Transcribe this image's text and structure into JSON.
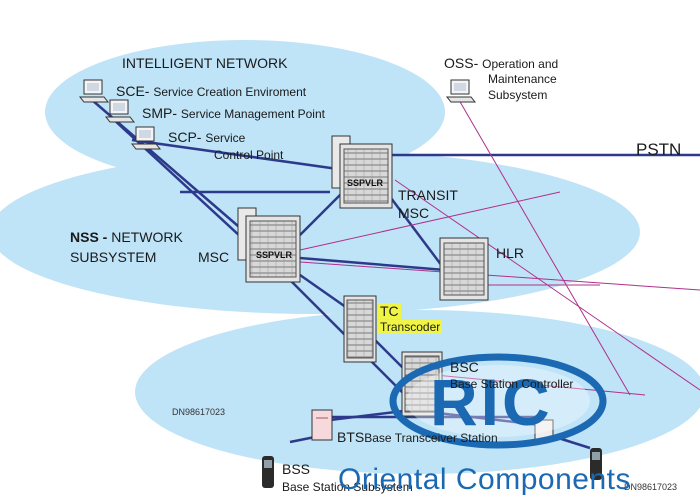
{
  "labels": {
    "intelligent_network": "INTELLIGENT NETWORK",
    "sce_code": "SCE-",
    "sce_name": "Service Creation Enviroment",
    "smp_code": "SMP-",
    "smp_name": "Service Management Point",
    "scp_code": "SCP-",
    "scp_name_1": "Service",
    "scp_name_2": "Control Point",
    "oss_code": "OSS-",
    "oss_name_1": "Operation and",
    "oss_name_2": "Maintenance",
    "oss_name_3": "Subsystem",
    "pstn": "PSTN",
    "transit_1": "TRANSIT",
    "transit_2": "MSC",
    "nss_code": "NSS -",
    "nss_name_1": "NETWORK",
    "nss_name_2": "SUBSYSTEM",
    "msc": "MSC",
    "hlr": "HLR",
    "tc_code": "TC",
    "tc_name": "Transcoder",
    "bsc_code": "BSC",
    "bsc_name": "Base Station Controller",
    "doc_id_1": "DN98617023",
    "bts_code": "BTS",
    "bts_name": "Base Transceiver Station",
    "bss_code": "BSS",
    "bss_name": "Base Station Subsystem",
    "doc_id_2": "DN98617023",
    "sspvlr_1": "SSPVLR",
    "sspvlr_2": "SSPVLR"
  },
  "brand": {
    "logo_text": "RIC",
    "company": "Oriental Components"
  },
  "colors": {
    "region_fill": "#bfe3f7",
    "trunk_line": "#2d3a8c",
    "signal_line": "#b0308a",
    "brand_blue": "#1c69b3",
    "highlight": "#f0f545"
  }
}
